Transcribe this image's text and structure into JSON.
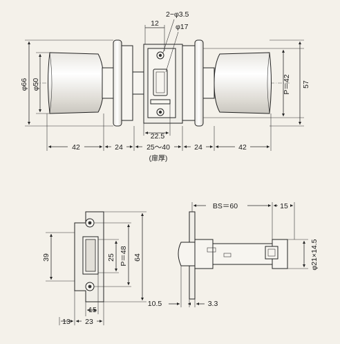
{
  "front_view": {
    "dims": {
      "d66": "φ66",
      "d50": "φ50",
      "d3_5": "2−φ3.5",
      "d17": "φ17",
      "w12": "12",
      "p42": "P＝42",
      "h57": "57",
      "w22_5": "22.5",
      "knob_left": "42",
      "rose_left": "24",
      "door": "25～40",
      "rose_right": "24",
      "knob_right": "42",
      "door_note": "(扉厚)"
    }
  },
  "strike_view": {
    "dims": {
      "h39": "39",
      "h25": "25",
      "p48": "P＝48",
      "h64": "64",
      "w15": "15",
      "w13": "13",
      "w23": "23"
    }
  },
  "latch_view": {
    "dims": {
      "bs": "BS＝60",
      "w15": "15",
      "d21": "φ21×14.5",
      "w10_5": "10.5",
      "w3_3": "3.3"
    }
  }
}
